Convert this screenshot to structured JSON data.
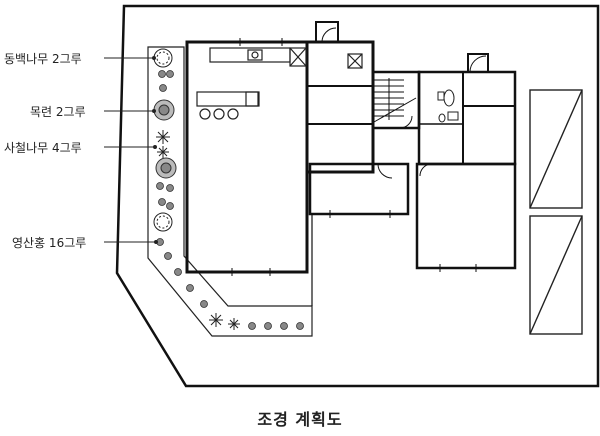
{
  "labels": {
    "camellia": "동백나무 2그루",
    "magnolia": "목련 2그루",
    "cycad": "사철나무 4그루",
    "azalea": "영산홍 16그루"
  },
  "title": "조경 계획도"
}
